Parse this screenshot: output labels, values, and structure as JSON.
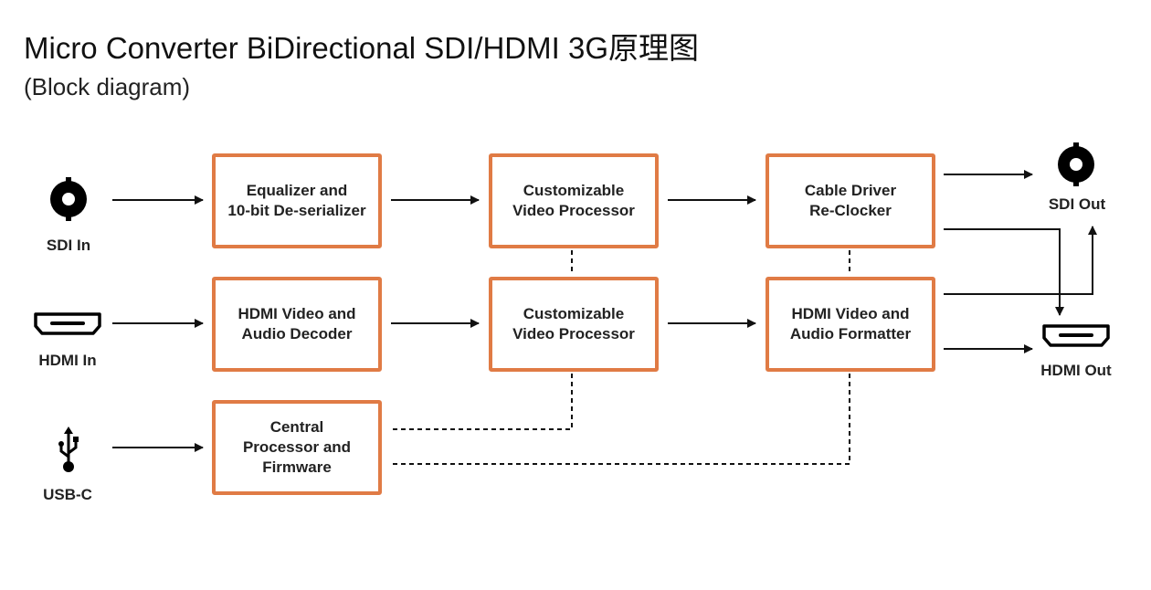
{
  "title": "Micro Converter BiDirectional SDI/HDMI 3G原理图",
  "subtitle": "(Block diagram)",
  "inputs": {
    "sdi": "SDI In",
    "hdmi": "HDMI In",
    "usb": "USB-C"
  },
  "outputs": {
    "sdi": "SDI Out",
    "hdmi": "HDMI Out"
  },
  "blocks": {
    "equalizer": "Equalizer and\n10-bit De-serializer",
    "proc1": "Customizable\nVideo Processor",
    "cable_driver": "Cable Driver\nRe-Clocker",
    "hdmi_decoder": "HDMI Video and\nAudio Decoder",
    "proc2": "Customizable\nVideo Processor",
    "hdmi_formatter": "HDMI Video and\nAudio Formatter",
    "cpu": "Central\nProcessor and\nFirmware"
  },
  "colors": {
    "accent": "#e07b45",
    "line": "#111111"
  }
}
